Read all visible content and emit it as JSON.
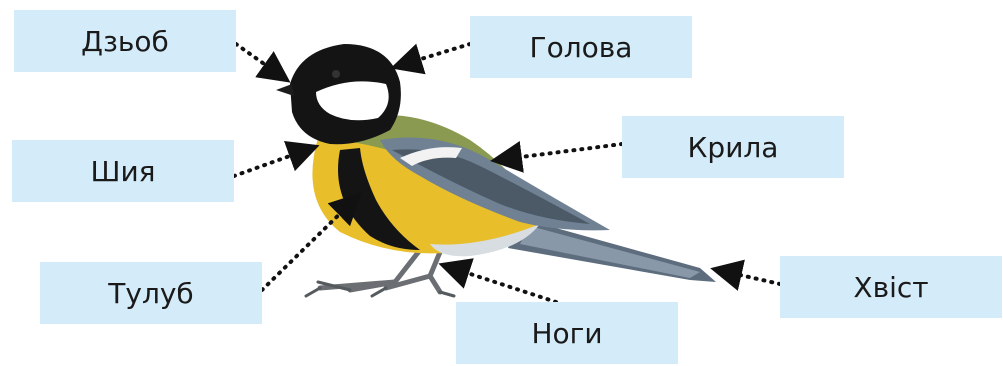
{
  "labels": {
    "beak": "Дзьоб",
    "head": "Голова",
    "neck": "Шия",
    "wings": "Крила",
    "body": "Тулуб",
    "tail": "Хвіст",
    "legs": "Ноги"
  },
  "colors": {
    "label_background": "#d4ecf9",
    "pointer": "#111111",
    "bird_yellow": "#e8bf2a",
    "bird_black": "#141414",
    "bird_cheek": "#ffffff",
    "bird_wing": "#6f8193",
    "bird_back": "#8a9a50"
  },
  "illustration": "great-tit-bird"
}
